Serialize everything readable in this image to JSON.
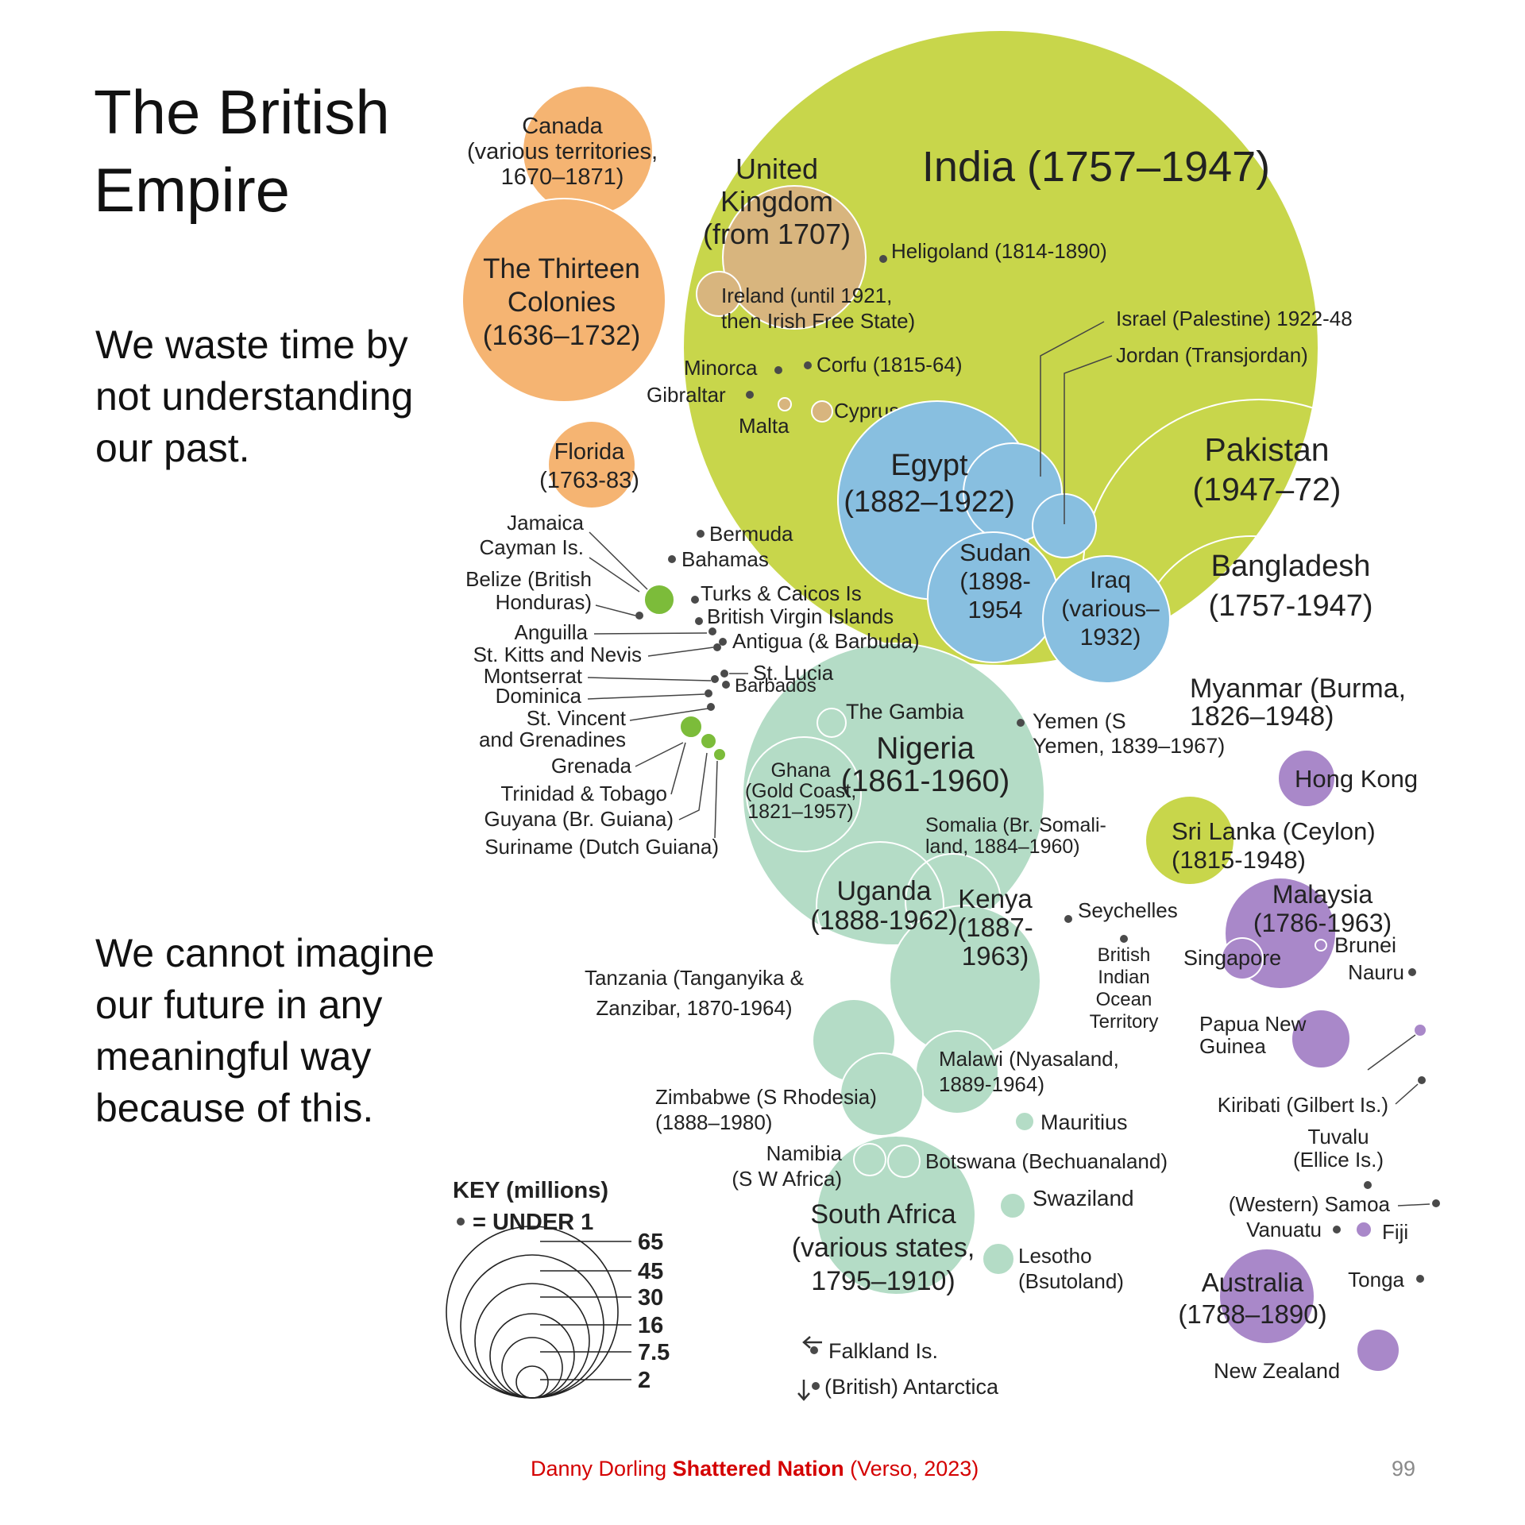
{
  "slide": {
    "title_lines": [
      "The British",
      "Empire"
    ],
    "para1_lines": [
      "We waste time by",
      "not understanding",
      "our past."
    ],
    "para2_lines": [
      "We cannot imagine",
      "our future in any",
      "meaningful way",
      "because of this."
    ],
    "footer": {
      "author": "Danny Dorling",
      "book": "Shattered Nation",
      "publisher": "(Verso, 2023)"
    },
    "page_number": "99"
  },
  "colors": {
    "asia": "#c8d64b",
    "americas": "#f5b472",
    "europe": "#d8b57e",
    "middle_east": "#88bfe0",
    "africa": "#b4dcc6",
    "oceania": "#a988c9",
    "caribbean": "#7cbc3a",
    "dot": "#4a4a4a"
  },
  "key": {
    "title": "KEY (millions)",
    "under_label": "= UNDER 1",
    "values": [
      "65",
      "45",
      "30",
      "16",
      "7.5",
      "2"
    ]
  },
  "territories": [
    {
      "id": "india",
      "group": "asia",
      "label": [
        "India (1757–1947)"
      ]
    },
    {
      "id": "pakistan",
      "group": "asia",
      "label": [
        "Pakistan",
        "(1947–72)"
      ]
    },
    {
      "id": "bangladesh",
      "group": "asia",
      "label": [
        "Bangladesh",
        "(1757-1947)"
      ]
    },
    {
      "id": "myanmar",
      "group": "asia",
      "label": [
        "Myanmar (Burma,",
        "1826–1948)"
      ]
    },
    {
      "id": "srilanka",
      "group": "asia",
      "label": [
        "Sri Lanka (Ceylon)",
        "(1815-1948)"
      ]
    },
    {
      "id": "canada",
      "group": "americas",
      "label": [
        "Canada",
        "(various territories,",
        "1670–1871)"
      ]
    },
    {
      "id": "thirteen",
      "group": "americas",
      "label": [
        "The Thirteen",
        "Colonies",
        "(1636–1732)"
      ]
    },
    {
      "id": "florida",
      "group": "americas",
      "label": [
        "Florida",
        "(1763-83)"
      ]
    },
    {
      "id": "uk",
      "group": "europe",
      "label": [
        "United",
        "Kingdom",
        "(from 1707)"
      ]
    },
    {
      "id": "ireland",
      "group": "europe",
      "label": [
        "Ireland (until 1921,",
        "then Irish Free State)"
      ]
    },
    {
      "id": "cyprus",
      "group": "europe",
      "label": [
        "Cyprus"
      ]
    },
    {
      "id": "malta",
      "group": "europe",
      "label": [
        "Malta"
      ]
    },
    {
      "id": "egypt",
      "group": "middle_east",
      "label": [
        "Egypt",
        "(1882–1922)"
      ]
    },
    {
      "id": "sudan",
      "group": "middle_east",
      "label": [
        "Sudan",
        "(1898-",
        "1954"
      ]
    },
    {
      "id": "iraq",
      "group": "middle_east",
      "label": [
        "Iraq",
        "(various–",
        "1932)"
      ]
    },
    {
      "id": "israel",
      "group": "middle_east",
      "label": [
        "Israel (Palestine) 1922-48"
      ]
    },
    {
      "id": "jordan",
      "group": "middle_east",
      "label": [
        "Jordan (Transjordan)"
      ]
    },
    {
      "id": "nigeria",
      "group": "africa",
      "label": [
        "Nigeria",
        "(1861-1960)"
      ]
    },
    {
      "id": "ghana",
      "group": "africa",
      "label": [
        "Ghana",
        "(Gold Coast,",
        "1821–1957)"
      ]
    },
    {
      "id": "gambia",
      "group": "africa",
      "label": [
        "The Gambia"
      ]
    },
    {
      "id": "somalia",
      "group": "africa",
      "label": [
        "Somalia (Br. Somali-",
        "land, 1884–1960)"
      ]
    },
    {
      "id": "uganda",
      "group": "africa",
      "label": [
        "Uganda",
        "(1888-1962)"
      ]
    },
    {
      "id": "kenya",
      "group": "africa",
      "label": [
        "Kenya",
        "(1887-",
        "1963)"
      ]
    },
    {
      "id": "tanzania",
      "group": "africa",
      "label": [
        "Tanzania (Tanganyika &",
        "Zanzibar, 1870-1964)"
      ]
    },
    {
      "id": "malawi",
      "group": "africa",
      "label": [
        "Malawi (Nyasaland,",
        "1889-1964)"
      ]
    },
    {
      "id": "zimbabwe",
      "group": "africa",
      "label": [
        "Zimbabwe (S Rhodesia)",
        "(1888–1980)"
      ]
    },
    {
      "id": "mauritius",
      "group": "africa",
      "label": [
        "Mauritius"
      ]
    },
    {
      "id": "namibia",
      "group": "africa",
      "label": [
        "Namibia",
        "(S W Africa)"
      ]
    },
    {
      "id": "botswana",
      "group": "africa",
      "label": [
        "Botswana (Bechuanaland)"
      ]
    },
    {
      "id": "southafrica",
      "group": "africa",
      "label": [
        "South Africa",
        "(various states,",
        "1795–1910)"
      ]
    },
    {
      "id": "swaziland",
      "group": "africa",
      "label": [
        "Swaziland"
      ]
    },
    {
      "id": "lesotho",
      "group": "africa",
      "label": [
        "Lesotho",
        "(Bsutoland)"
      ]
    },
    {
      "id": "hongkong",
      "group": "oceania",
      "label": [
        "Hong Kong"
      ]
    },
    {
      "id": "malaysia",
      "group": "oceania",
      "label": [
        "Malaysia",
        "(1786-1963)"
      ]
    },
    {
      "id": "singapore",
      "group": "oceania",
      "label": [
        "Singapore"
      ]
    },
    {
      "id": "brunei",
      "group": "oceania",
      "label": [
        "Brunei"
      ]
    },
    {
      "id": "png",
      "group": "oceania",
      "label": [
        "Papua New",
        "Guinea"
      ]
    },
    {
      "id": "australia",
      "group": "oceania",
      "label": [
        "Australia",
        "(1788–1890)"
      ]
    },
    {
      "id": "newzealand",
      "group": "oceania",
      "label": [
        "New Zealand"
      ]
    },
    {
      "id": "fiji",
      "group": "oceania",
      "label": [
        "Fiji"
      ]
    },
    {
      "id": "jamaica",
      "group": "caribbean",
      "label": [
        "Jamaica"
      ]
    },
    {
      "id": "trinidad",
      "group": "caribbean",
      "label": [
        "Trinidad & Tobago"
      ]
    },
    {
      "id": "guyana",
      "group": "caribbean",
      "label": [
        "Guyana (Br. Guiana)"
      ]
    },
    {
      "id": "suriname",
      "group": "caribbean",
      "label": [
        "Suriname (Dutch Guiana)"
      ]
    }
  ],
  "small_territories": [
    {
      "id": "heligoland",
      "label": [
        "Heligoland (1814-1890)"
      ]
    },
    {
      "id": "minorca",
      "label": [
        "Minorca"
      ]
    },
    {
      "id": "corfu",
      "label": [
        "Corfu (1815-64)"
      ]
    },
    {
      "id": "gibraltar",
      "label": [
        "Gibraltar"
      ]
    },
    {
      "id": "bermuda",
      "label": [
        "Bermuda"
      ]
    },
    {
      "id": "bahamas",
      "label": [
        "Bahamas"
      ]
    },
    {
      "id": "cayman",
      "label": [
        "Cayman Is."
      ]
    },
    {
      "id": "belize",
      "label": [
        "Belize (British",
        "Honduras)"
      ]
    },
    {
      "id": "turks",
      "label": [
        "Turks & Caicos Is"
      ]
    },
    {
      "id": "bvi",
      "label": [
        "British Virgin Islands"
      ]
    },
    {
      "id": "anguilla",
      "label": [
        "Anguilla"
      ]
    },
    {
      "id": "antigua",
      "label": [
        "Antigua (& Barbuda)"
      ]
    },
    {
      "id": "stkitts",
      "label": [
        "St. Kitts and Nevis"
      ]
    },
    {
      "id": "stlucia",
      "label": [
        "St. Lucia"
      ]
    },
    {
      "id": "montserrat",
      "label": [
        "Montserrat"
      ]
    },
    {
      "id": "barbados",
      "label": [
        "Barbados"
      ]
    },
    {
      "id": "dominica",
      "label": [
        "Dominica"
      ]
    },
    {
      "id": "stvincent",
      "label": [
        "St. Vincent",
        "and Grenadines"
      ]
    },
    {
      "id": "grenada",
      "label": [
        "Grenada"
      ]
    },
    {
      "id": "yemen",
      "label": [
        "Yemen (S",
        "Yemen, 1839–1967)"
      ]
    },
    {
      "id": "seychelles",
      "label": [
        "Seychelles"
      ]
    },
    {
      "id": "biot",
      "label": [
        "British",
        "Indian",
        "Ocean",
        "Territory"
      ]
    },
    {
      "id": "nauru",
      "label": [
        "Nauru"
      ]
    },
    {
      "id": "kiribati",
      "label": [
        "Kiribati (Gilbert Is.)"
      ]
    },
    {
      "id": "tuvalu",
      "label": [
        "Tuvalu",
        "(Ellice Is.)"
      ]
    },
    {
      "id": "samoa",
      "label": [
        "(Western) Samoa"
      ]
    },
    {
      "id": "vanuatu",
      "label": [
        "Vanuatu"
      ]
    },
    {
      "id": "tonga",
      "label": [
        "Tonga"
      ]
    },
    {
      "id": "falkland",
      "label": [
        "Falkland Is."
      ]
    },
    {
      "id": "antarctica",
      "label": [
        "(British) Antarctica"
      ]
    }
  ]
}
